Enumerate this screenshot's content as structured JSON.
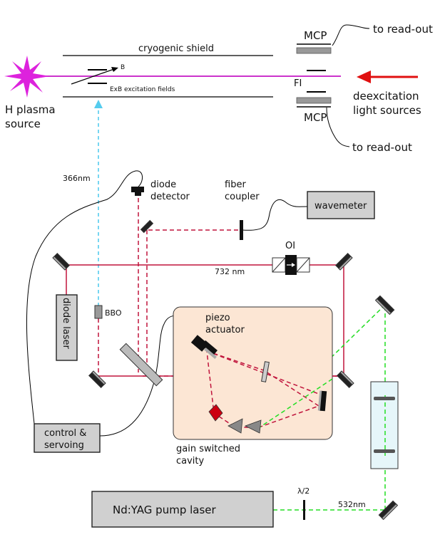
{
  "labels": {
    "cryogenic_shield": "cryogenic shield",
    "b_field": "B",
    "exb": "ExB excitation fields",
    "h_plasma_line1": "H plasma",
    "h_plasma_line2": "source",
    "mcp_top": "MCP",
    "mcp_bottom": "MCP",
    "fi": "FI",
    "readout_top": "to read-out",
    "readout_bottom": "to read-out",
    "deexc_line1": "deexcitation",
    "deexc_line2": "light sources",
    "uv_wavelength": "366nm",
    "diode_detector_line1": "diode",
    "diode_detector_line2": "detector",
    "fiber_line1": "fiber",
    "fiber_line2": "coupler",
    "wavemeter": "wavemeter",
    "oi": "OI",
    "red_wavelength": "732 nm",
    "diode_laser": "diode laser",
    "bbo": "BBO",
    "piezo_line1": "piezo",
    "piezo_line2": "actuator",
    "control_line1": "control &",
    "control_line2": "servoing",
    "cavity_line1": "gain switched",
    "cavity_line2": "cavity",
    "half_wave": "λ/2",
    "green_wavelength": "532nm",
    "pump_laser": "Nd:YAG pump laser"
  },
  "colors": {
    "hydrogen_beam": "#cc33cc",
    "red_laser": "#c0143c",
    "green_laser": "#22dd22",
    "uv_laser": "#55ccee",
    "arrow_red": "#e01010",
    "cavity_fill": "#fce6d4",
    "box_fill": "#d0d0d0",
    "crystal_fill": "#e6f6fa"
  }
}
